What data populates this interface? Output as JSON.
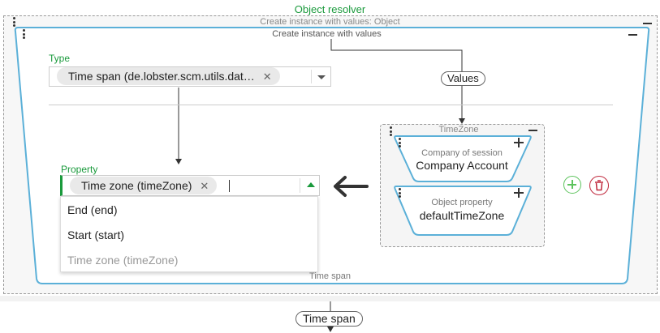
{
  "resolver": {
    "title": "Object resolver",
    "outer_caption": "Create instance with values: Object",
    "inner_caption": "Create instance with values",
    "bottom_caption": "Time span"
  },
  "type_field": {
    "label": "Type",
    "chip": "Time span (de.lobster.scm.utils.dat…"
  },
  "values_pill": "Values",
  "property_field": {
    "label": "Property",
    "chip": "Time zone (timeZone)",
    "options": [
      "End (end)",
      "Start (start)",
      "Time zone (timeZone)"
    ]
  },
  "timezone": {
    "title": "TimeZone",
    "card1": {
      "caption": "Company of session",
      "value": "Company Account"
    },
    "card2": {
      "caption": "Object property",
      "value": "defaultTimeZone"
    }
  },
  "output_pill": "Time span",
  "colors": {
    "accent_blue": "#5bb0d8",
    "green": "#1a9a3c",
    "add_green": "#5cc35c",
    "delete_red": "#c0283c"
  }
}
